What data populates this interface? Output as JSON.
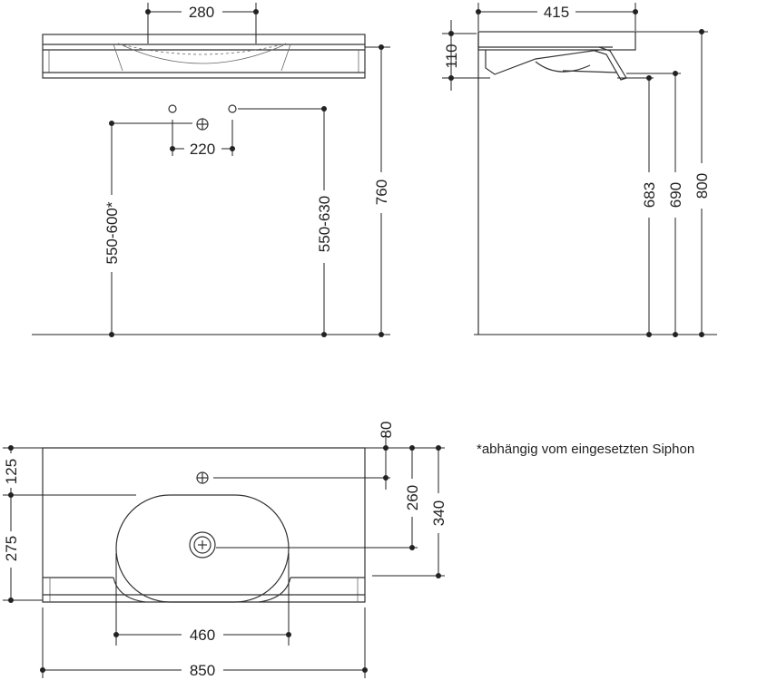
{
  "front_view": {
    "dims": {
      "basin_width": "280",
      "tap_spacing": "220",
      "drain_height": "550-600*",
      "siphon_height": "550-630",
      "total_height": "760"
    }
  },
  "side_view": {
    "dims": {
      "depth": "415",
      "thickness": "110",
      "height_a": "683",
      "height_b": "690",
      "height_c": "800"
    }
  },
  "top_view": {
    "dims": {
      "rear_to_tap": "80",
      "tap_to_drain": "260",
      "total_depth": "340",
      "edge_to_tap": "125",
      "tap_to_front": "275",
      "bowl_width": "460",
      "total_width": "850"
    }
  },
  "note": "*abhängig vom eingesetzten Siphon"
}
